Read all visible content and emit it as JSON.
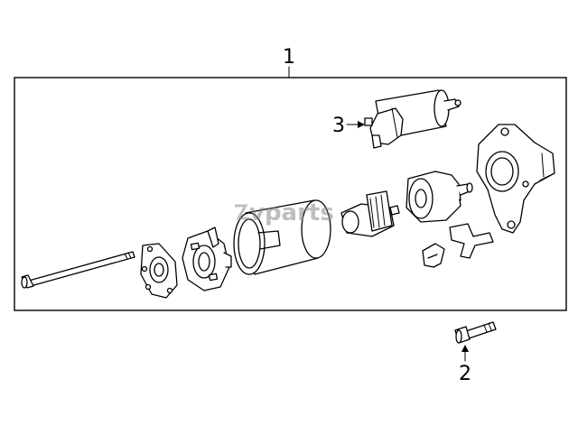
{
  "callouts": {
    "assembly": "1",
    "bolt": "2",
    "solenoid": "3"
  },
  "watermark": "vparts",
  "colors": {
    "line": "#000000",
    "background": "#ffffff",
    "watermark": "#8a8a8a"
  }
}
